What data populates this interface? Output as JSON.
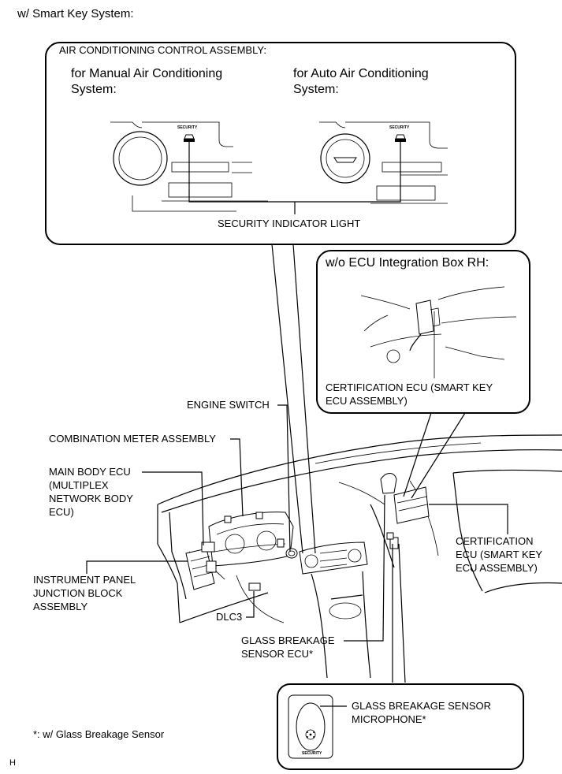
{
  "header": {
    "system_label": "w/ Smart Key System:"
  },
  "ac_box": {
    "title": "AIR CONDITIONING CONTROL ASSEMBLY:",
    "manual_line1": "for Manual Air Conditioning",
    "manual_line2": "System:",
    "auto_line1": "for Auto Air Conditioning",
    "auto_line2": "System:",
    "security_small_label": "SECURITY",
    "indicator_label": "SECURITY INDICATOR LIGHT"
  },
  "ecu_box": {
    "title": "w/o ECU Integration Box RH:",
    "label_line1": "CERTIFICATION ECU (SMART KEY",
    "label_line2": "ECU ASSEMBLY)"
  },
  "callouts": {
    "engine_switch": "ENGINE SWITCH",
    "combination_meter": "COMBINATION METER ASSEMBLY",
    "main_body_ecu": [
      "MAIN BODY ECU",
      "(MULTIPLEX",
      "NETWORK BODY",
      "ECU)"
    ],
    "instrument_panel": [
      "INSTRUMENT PANEL",
      "JUNCTION BLOCK",
      "ASSEMBLY"
    ],
    "dlc3": "DLC3",
    "glass_breakage_ecu": [
      "GLASS BREAKAGE",
      "SENSOR ECU*"
    ],
    "certification_ecu": [
      "CERTIFICATION",
      "ECU (SMART KEY",
      "ECU ASSEMBLY)"
    ]
  },
  "mic_box": {
    "label_line1": "GLASS BREAKAGE SENSOR",
    "label_line2": "MICROPHONE*",
    "security_small_label": "SECURITY"
  },
  "footnote": "*: w/ Glass Breakage Sensor",
  "corner_mark": "H"
}
